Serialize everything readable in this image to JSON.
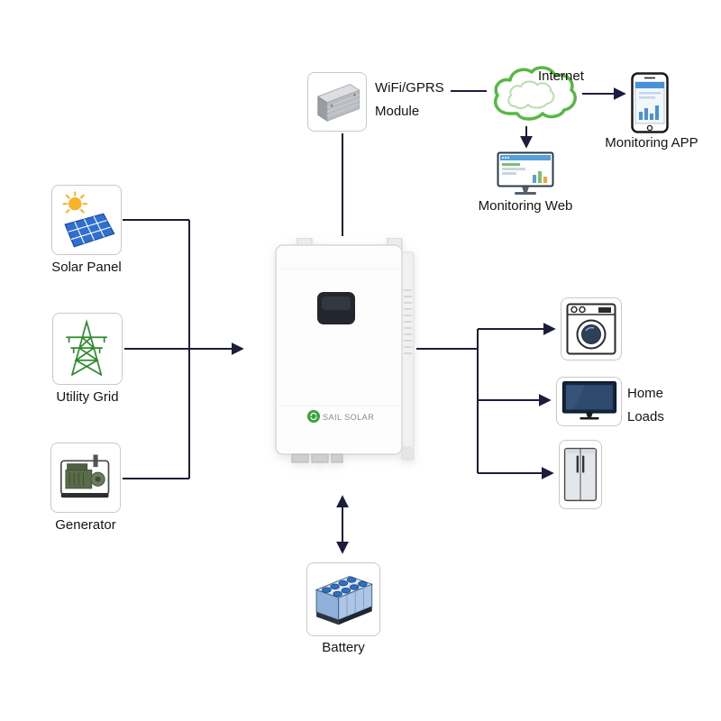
{
  "colors": {
    "line": "#1c1c3c",
    "cloud_green": "#56b944",
    "tower_green": "#2e8b2e",
    "panel_blue": "#2f6fd0",
    "sun_yellow": "#f7b32b",
    "battery_blue": "#3070c0",
    "logo_green": "#3aa33a"
  },
  "nodes": {
    "solar_panel": {
      "label": "Solar Panel",
      "icon": "solar-panel-icon"
    },
    "utility_grid": {
      "label": "Utility Grid",
      "icon": "transmission-tower-icon"
    },
    "generator": {
      "label": "Generator",
      "icon": "generator-icon"
    },
    "wifi_module": {
      "label_line1": "WiFi/GPRS",
      "label_line2": "Module",
      "icon": "wifi-gprs-module-icon"
    },
    "internet": {
      "label": "Internet",
      "icon": "cloud-icon"
    },
    "monitoring_app": {
      "label": "Monitoring APP",
      "icon": "smartphone-icon"
    },
    "monitoring_web": {
      "label": "Monitoring Web",
      "icon": "monitor-icon"
    },
    "home_loads": {
      "label_line1": "Home",
      "label_line2": "Loads",
      "icons": [
        "washing-machine-icon",
        "tv-icon",
        "refrigerator-icon"
      ]
    },
    "battery": {
      "label": "Battery",
      "icon": "battery-bank-icon"
    },
    "inverter": {
      "brand": "SAIL SOLAR",
      "icon": "hybrid-inverter-image"
    }
  },
  "connections": [
    "solar_panel -> inverter",
    "utility_grid -> inverter",
    "generator -> inverter",
    "inverter -> wifi_module",
    "wifi_module -> internet",
    "internet -> monitoring_app",
    "internet -> monitoring_web",
    "inverter -> home_loads.washing_machine",
    "inverter -> home_loads.tv",
    "inverter -> home_loads.refrigerator",
    "inverter <-> battery"
  ]
}
